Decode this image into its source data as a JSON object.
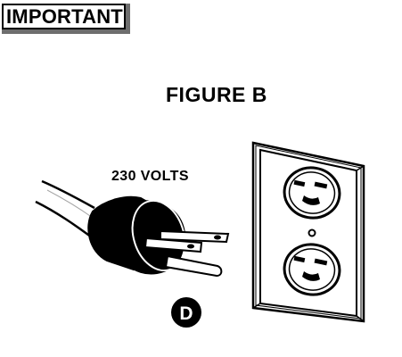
{
  "header": {
    "important_label": "IMPORTANT"
  },
  "figure": {
    "title": "FIGURE B",
    "voltage_label": "230 VOLTS",
    "marker_letter": "D"
  },
  "icons": {
    "plug": "three-prong-plug-icon",
    "outlet": "duplex-wall-outlet-icon",
    "marker": "circled-letter-marker-icon"
  },
  "colors": {
    "ink": "#000000",
    "paper": "#ffffff",
    "badge_shadow": "#6e6e6e"
  }
}
